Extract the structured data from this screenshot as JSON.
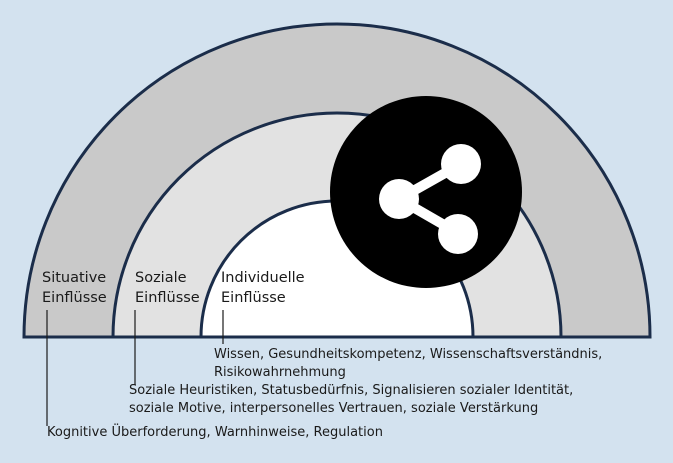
{
  "rings": [
    {
      "label": "Situative\nEinflüsse",
      "description": "Kognitive Überforderung, Warnhinweise, Regulation",
      "color": "#c9c9c9"
    },
    {
      "label": "Soziale\nEinflüsse",
      "description": "Soziale Heuristiken,  Statusbedürfnis,  Signalisieren sozialer Identität, soziale Motive, interpersonelles Vertrauen, soziale Verstärkung",
      "color": "#e2e2e2"
    },
    {
      "label": "Individuelle\nEinflüsse",
      "description": "Wissen, Gesundheitskompetenz, Wissenschaftsverständnis, Risikowahrnehmung",
      "color": "#ffffff"
    }
  ],
  "colors": {
    "background": "#d3e2ef",
    "outline": "#1b2d4a",
    "share_badge": "#000000"
  },
  "share_icon": "share-icon"
}
